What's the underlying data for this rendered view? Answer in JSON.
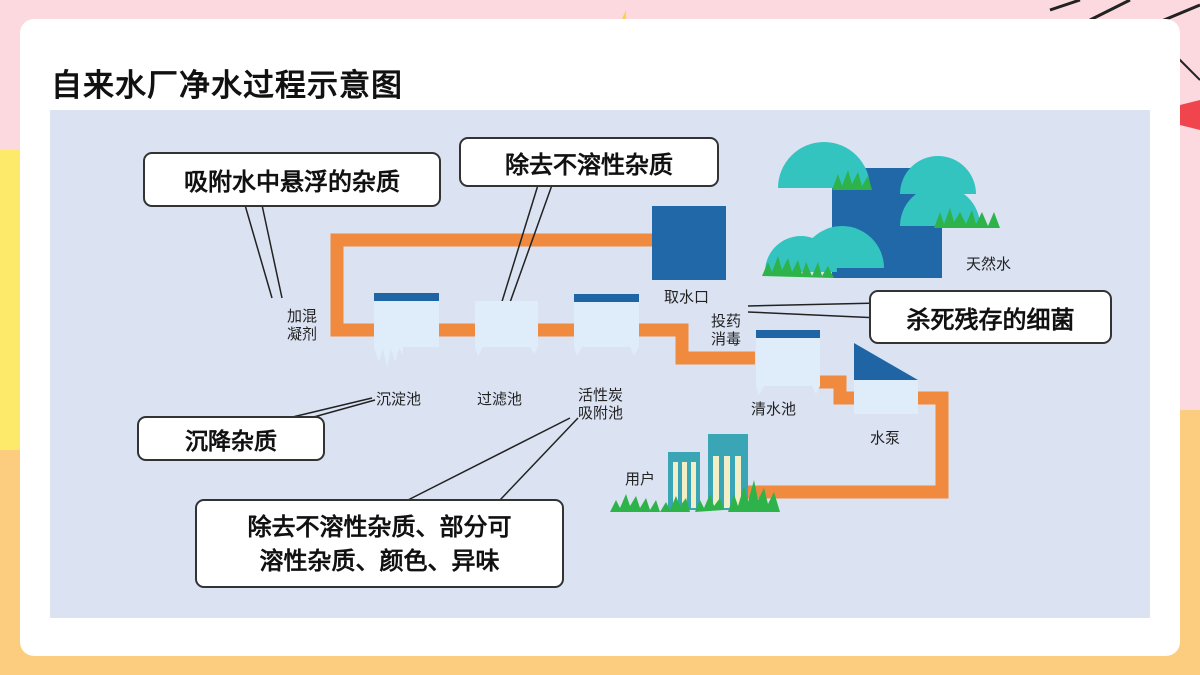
{
  "title": "自来水厂净水过程示意图",
  "callouts": {
    "adsorb": "吸附水中悬浮的杂质",
    "remove_insoluble": "除去不溶性杂质",
    "kill_bacteria": "杀死残存的细菌",
    "settle": "沉降杂质",
    "carbon_effect_line1": "除去不溶性杂质、部分可",
    "carbon_effect_line2": "溶性杂质、颜色、异味"
  },
  "labels": {
    "coagulant_line1": "加混",
    "coagulant_line2": "凝剂",
    "sedimentation_tank": "沉淀池",
    "filter_tank": "过滤池",
    "carbon_tank_line1": "活性炭",
    "carbon_tank_line2": "吸附池",
    "water_intake": "取水口",
    "dosing_line1": "投药",
    "dosing_line2": "消毒",
    "clean_water_tank": "清水池",
    "pump": "水泵",
    "users": "用户",
    "natural_water": "天然水"
  },
  "colors": {
    "pipe": "#ef8a3e",
    "tank_fill": "#dfedfa",
    "tank_cap": "#1f64a5",
    "water_block": "#2068a8",
    "tree": "#33c4c0",
    "grass": "#2eb24a",
    "panel": "#dbe3f3"
  }
}
